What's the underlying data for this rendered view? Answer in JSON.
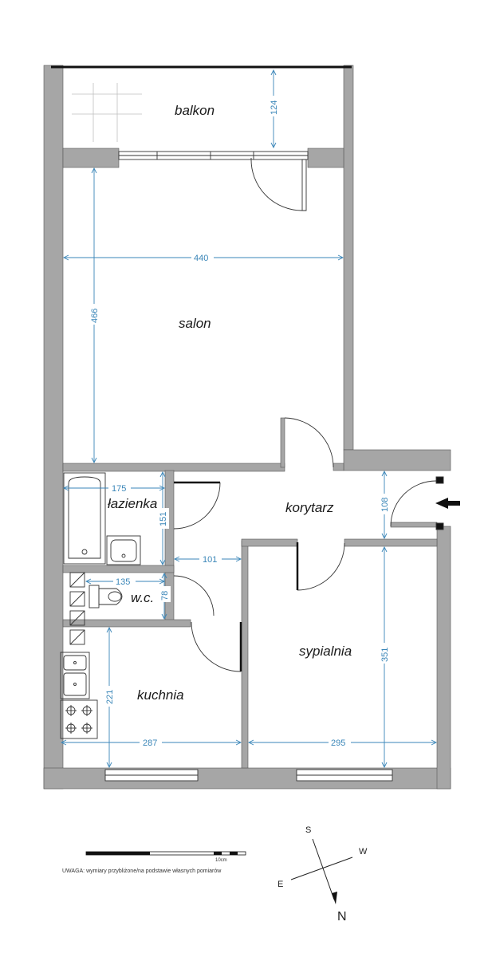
{
  "rooms": {
    "balkon": "balkon",
    "salon": "salon",
    "lazienka": "łazienka",
    "korytarz": "korytarz",
    "wc": "w.c.",
    "sypialnia": "sypialnia",
    "kuchnia": "kuchnia"
  },
  "dimensions": {
    "balkon_depth": "124",
    "salon_width": "440",
    "salon_length": "466",
    "lazienka_width": "175",
    "lazienka_length": "151",
    "korytarz_entry": "108",
    "korytarz_width": "101",
    "wc_width": "135",
    "wc_length": "78",
    "sypialnia_length": "351",
    "kuchnia_length": "221",
    "kuchnia_width": "287",
    "sypialnia_width": "295"
  },
  "compass": {
    "s": "S",
    "w": "W",
    "e": "E",
    "n": "N"
  },
  "scale": {
    "label": "10cm"
  },
  "note": "UWAGA: wymiary przybliżone/na podstawie własnych pomiarów",
  "colors": {
    "wall": "#a6a6a6",
    "dimension": "#3a86b8",
    "text": "#1a1a1a"
  }
}
